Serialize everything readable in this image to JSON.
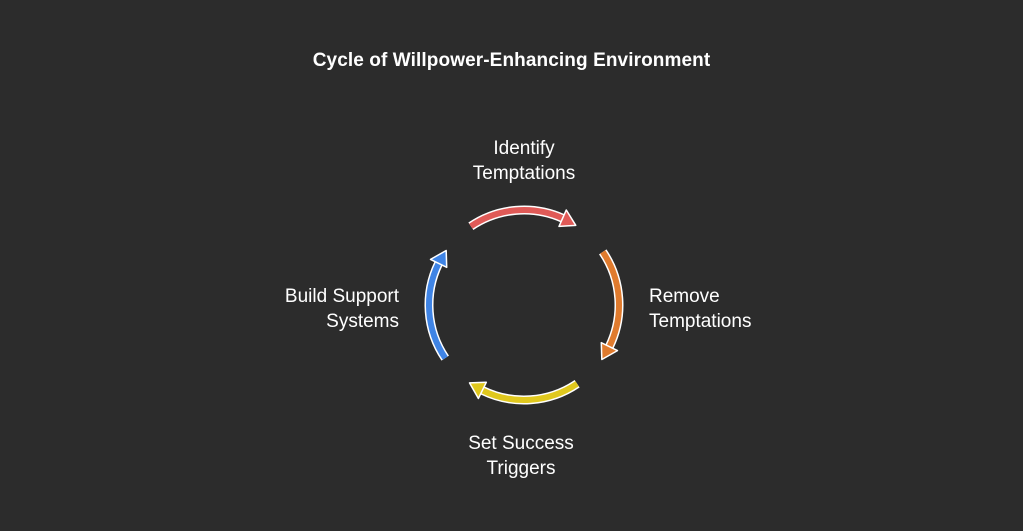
{
  "title": "Cycle of Willpower-Enhancing Environment",
  "steps": [
    {
      "line1": "Identify",
      "line2": "Temptations",
      "color": "#e05a57"
    },
    {
      "line1": "Remove",
      "line2": "Temptations",
      "color": "#e07b2e"
    },
    {
      "line1": "Set Success",
      "line2": "Triggers",
      "color": "#e0c81e"
    },
    {
      "line1": "Build Support",
      "line2": "Systems",
      "color": "#3f84e5"
    }
  ]
}
